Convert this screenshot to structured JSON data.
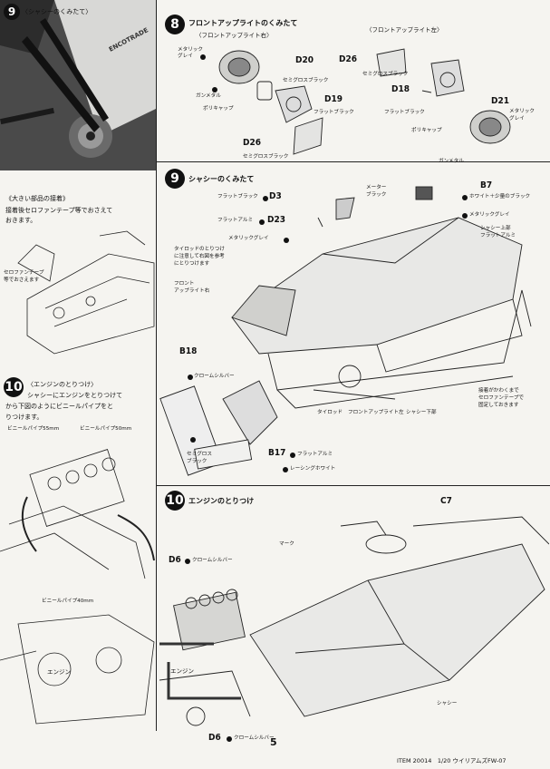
{
  "left_col": {
    "step9": {
      "num": "9",
      "title": "〈シャシーのくみたて〉"
    },
    "photo_banner": "ENCOTRADE",
    "sub_heading": "《大きい部品の接着》",
    "sub_text": [
      "接着後セロファンテープ等でおさえて",
      "おきます。"
    ],
    "cello_label": [
      "セロファンテープ",
      "等でおさえます"
    ],
    "step10": {
      "num": "10",
      "title": "〈エンジンのとりつけ〉"
    },
    "step10_text": [
      "シャシーにエンジンをとりつけて",
      "から下図のようにビニールパイプをと",
      "りつけます。"
    ],
    "pipe_55": "ビニールパイプ55mm",
    "pipe_50": "ビニールパイプ50mm",
    "pipe_40": "ビニールパイプ40mm",
    "engine": "エンジン"
  },
  "step8": {
    "num": "8",
    "title": "フロントアップライトのくみたて",
    "right_title": "〈フロントアップライト右〉",
    "left_title": "〈フロントアップライト左〉",
    "parts": {
      "D20": "D20",
      "D19": "D19",
      "D26a": "D26",
      "D26b": "D26",
      "D18": "D18",
      "D21": "D21"
    },
    "labels": {
      "metallic_gray_r": [
        "メタリック",
        "グレイ"
      ],
      "gunmetal_r": "ガンメタル",
      "polycap_r": "ポリキャップ",
      "semigloss_black_r1": "セミグロスブラック",
      "flat_black_r": "フラットブラック",
      "semigloss_black_r2": "セミグロスブラック",
      "semigloss_black_l": "セミグロスブラック",
      "flat_black_l": "フラットブラック",
      "polycap_l": "ポリキャップ",
      "metallic_gray_l": [
        "メタリック",
        "グレイ"
      ],
      "gunmetal_l": "ガンメタル"
    }
  },
  "step9": {
    "num": "9",
    "title": "シャシーのくみたて",
    "labels": {
      "flat_black_d3": "フラットブラック",
      "d3": "D3",
      "meter_black": [
        "メーター",
        "ブラック"
      ],
      "b7": "B7",
      "white_black": "ホワイト＋少量のブラック",
      "flat_alu_d23": "フラットアルミ",
      "d23": "D23",
      "metallic_gray_a": "メタリックグレイ",
      "metallic_gray_b": "メタリックグレイ",
      "chassis_upper": [
        "シャシー上部",
        "フラットアルミ"
      ],
      "tierod_note": [
        "タイロッドのとりつけ",
        "に注意して右図を参考",
        "にとりつけます"
      ],
      "front_upright_r": [
        "フロント",
        "アップライト右"
      ],
      "b18": "B18",
      "chrome_silver": "クロームシルバー",
      "semigloss_black": [
        "セミグロス",
        "ブラック"
      ],
      "b17": "B17",
      "flat_alu_b17": "フラットアルミ",
      "racing_white": "レーシングホワイト",
      "tierod": "タイロッド",
      "front_upright_l": "フロントアップライト左",
      "chassis_lower": "シャシー下部",
      "cello_note": [
        "接着がかわくまで",
        "セロファンテープで",
        "固定しておきます"
      ]
    }
  },
  "step10": {
    "num": "10",
    "title": "エンジンのとりつけ",
    "labels": {
      "c7": "C7",
      "mark": "マーク",
      "d6a": "D6",
      "chrome_silver_a": "クロームシルバー",
      "engine": "エンジン",
      "d6b": "D6",
      "chrome_silver_b": "クロームシルバー",
      "chassis": "シャシー"
    }
  },
  "footer": {
    "page": "5",
    "item": "ITEM 20014　1/20 ウイリアムズFW-07"
  },
  "colors": {
    "ink": "#111111",
    "paper": "#f5f4f0"
  }
}
